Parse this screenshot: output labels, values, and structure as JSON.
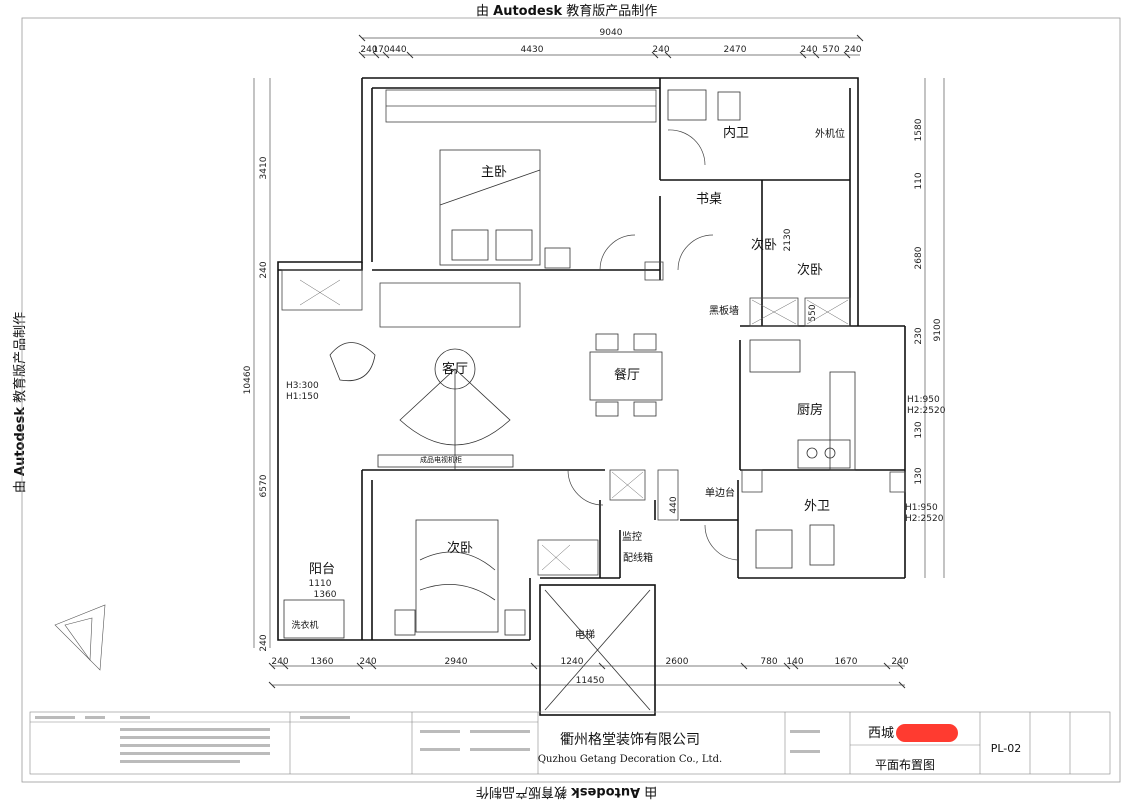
{
  "watermark": {
    "prefix": "由",
    "brand": "Autodesk",
    "suffix": "教育版产品制作"
  },
  "dims_top": [
    "9040",
    "240",
    "170",
    "440",
    "4430",
    "240",
    "2470",
    "240",
    "570",
    "240"
  ],
  "dims_bottom_row1": [
    "240",
    "1360",
    "240",
    "2940",
    "1240",
    "2600",
    "780",
    "140",
    "1670",
    "240"
  ],
  "dims_bottom_total": "11450",
  "dims_left": [
    "3410",
    "240",
    "10460",
    "6570",
    "240"
  ],
  "dims_right": [
    "1580",
    "110",
    "2680",
    "9100",
    "230",
    "130",
    "130"
  ],
  "dims_inner": {
    "d2130": "2130",
    "d550": "550",
    "d440": "440",
    "d1110": "1110",
    "d1360": "1360"
  },
  "heights": {
    "h_living_1": "H3:300",
    "h_living_2": "H1:150",
    "h_kitchen_1": "H1:950",
    "h_kitchen_2": "H2:2520",
    "h_bath_1": "H1:950",
    "h_bath_2": "H2:2520"
  },
  "rooms": {
    "master": "主卧",
    "inner_bath": "内卫",
    "ac_unit": "外机位",
    "desk": "书桌",
    "bed2_a": "次卧",
    "bed2_b": "次卧",
    "blackboard": "黑板墙",
    "living": "客厅",
    "dining": "餐厅",
    "kitchen": "厨房",
    "tv_cabinet": "成品电视机柜",
    "basin": "单边台",
    "outer_bath": "外卫",
    "bed3": "次卧",
    "monitor": "监控",
    "distribution": "配线箱",
    "elevator": "电梯",
    "balcony": "阳台",
    "washer": "洗衣机"
  },
  "title_block": {
    "company_cn": "衢州格堂装饰有限公司",
    "company_en": "Quzhou Getang Decoration Co., Ltd.",
    "project": "西城",
    "drawing_title": "平面布置图",
    "drawing_no": "PL-02"
  }
}
